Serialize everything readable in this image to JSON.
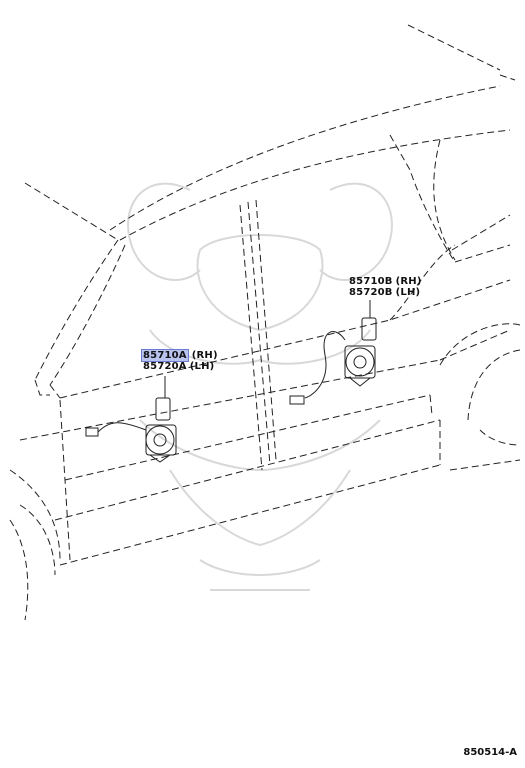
{
  "front_motor": {
    "part_rh": "85710A",
    "side_rh": "(RH)",
    "part_lh": "85720A",
    "side_lh": "(LH)"
  },
  "rear_motor": {
    "part_rh": "85710B",
    "side_rh": "(RH)",
    "part_lh": "85720B",
    "side_lh": "(LH)"
  },
  "figure_id": "850514-A",
  "colors": {
    "highlight": "#b9c3ee",
    "line": "#222222",
    "watermark": "#cfcfcf"
  }
}
